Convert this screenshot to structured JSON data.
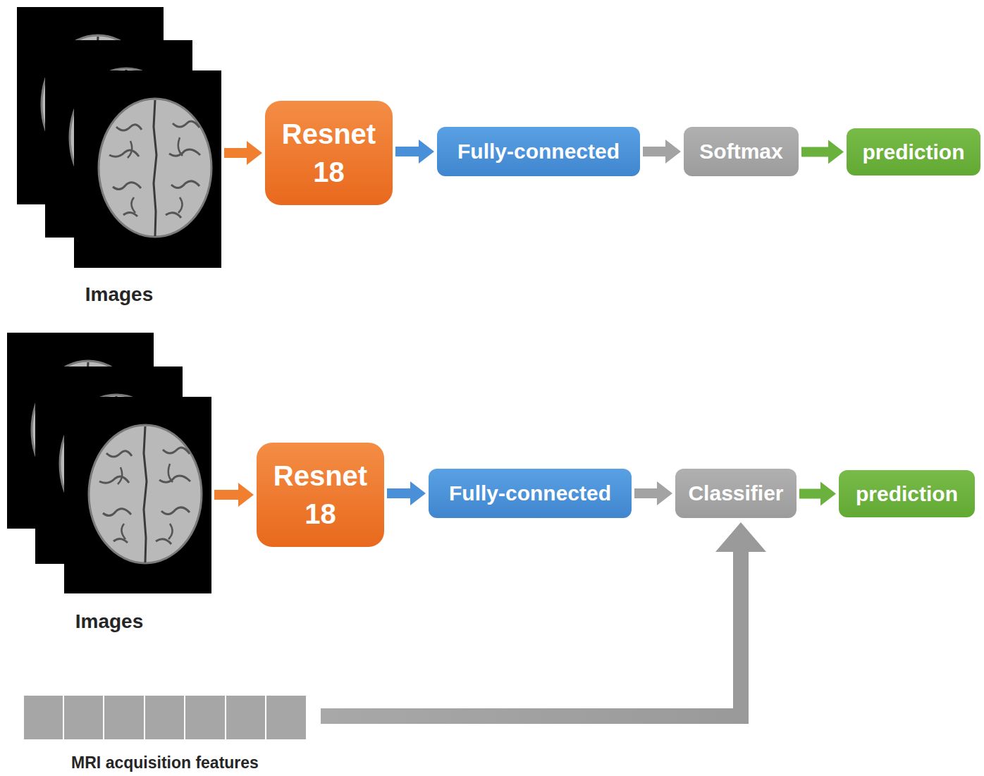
{
  "diagram": {
    "nodes": [
      {
        "text": [
          "Images"
        ]
      },
      {
        "text": [
          "Resnet 18"
        ]
      },
      {
        "text": [
          "Fully-connected"
        ]
      },
      {
        "text": [
          "Softmax"
        ]
      },
      {
        "text": [
          "prediction"
        ]
      },
      {
        "text": [
          "Images"
        ]
      },
      {
        "text": [
          "Resnet 18"
        ]
      },
      {
        "text": [
          "Fully-connected"
        ]
      },
      {
        "text": [
          "Classifier"
        ]
      },
      {
        "text": [
          "prediction"
        ]
      },
      {
        "text": [
          "MRI acquisition features"
        ]
      }
    ],
    "edges": [
      {
        "from": 0,
        "to": 1,
        "arrow": "to"
      },
      {
        "from": 1,
        "to": 2,
        "arrow": "to"
      },
      {
        "from": 2,
        "to": 3,
        "arrow": "to"
      },
      {
        "from": 3,
        "to": 4,
        "arrow": "to"
      },
      {
        "from": 5,
        "to": 6,
        "arrow": "to"
      },
      {
        "from": 6,
        "to": 7,
        "arrow": "to"
      },
      {
        "from": 7,
        "to": 8,
        "arrow": "to"
      },
      {
        "from": 8,
        "to": 9,
        "arrow": "to"
      },
      {
        "from": 10,
        "to": 8,
        "arrow": "to"
      }
    ]
  }
}
